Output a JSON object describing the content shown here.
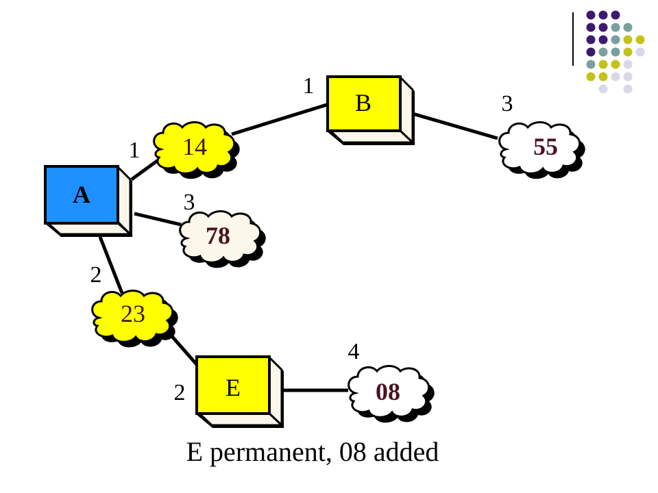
{
  "nodes": [
    {
      "id": "A",
      "label": "A",
      "color": "#1e90ff",
      "bold": true
    },
    {
      "id": "B",
      "label": "B",
      "color": "#ffff00",
      "bold": false
    },
    {
      "id": "E",
      "label": "E",
      "color": "#ffff00",
      "bold": false
    }
  ],
  "clouds": [
    {
      "id": "c14",
      "label": "14",
      "fill": "#ffff00",
      "text_color": "#3b1a1a",
      "bold": false
    },
    {
      "id": "c55",
      "label": "55",
      "fill": "#ffffff",
      "text_color": "#4a1220",
      "bold": true
    },
    {
      "id": "c78",
      "label": "78",
      "fill": "#fbf7ea",
      "text_color": "#4a1220",
      "bold": true
    },
    {
      "id": "c23",
      "label": "23",
      "fill": "#ffff00",
      "text_color": "#3b1a1a",
      "bold": false
    },
    {
      "id": "c08",
      "label": "08",
      "fill": "#ffffff",
      "text_color": "#4a1220",
      "bold": true
    }
  ],
  "edge_labels": {
    "b_top": "1",
    "a_14": "1",
    "b_55": "3",
    "a_78": "3",
    "a_23": "2",
    "e_left": "2",
    "e_08": "4"
  },
  "caption": "E permanent, 08  added",
  "decoration_dots": {
    "colors": [
      "#3d1a6e",
      "#7a9f9e",
      "#c2c21a",
      "#d8d8e8"
    ]
  }
}
